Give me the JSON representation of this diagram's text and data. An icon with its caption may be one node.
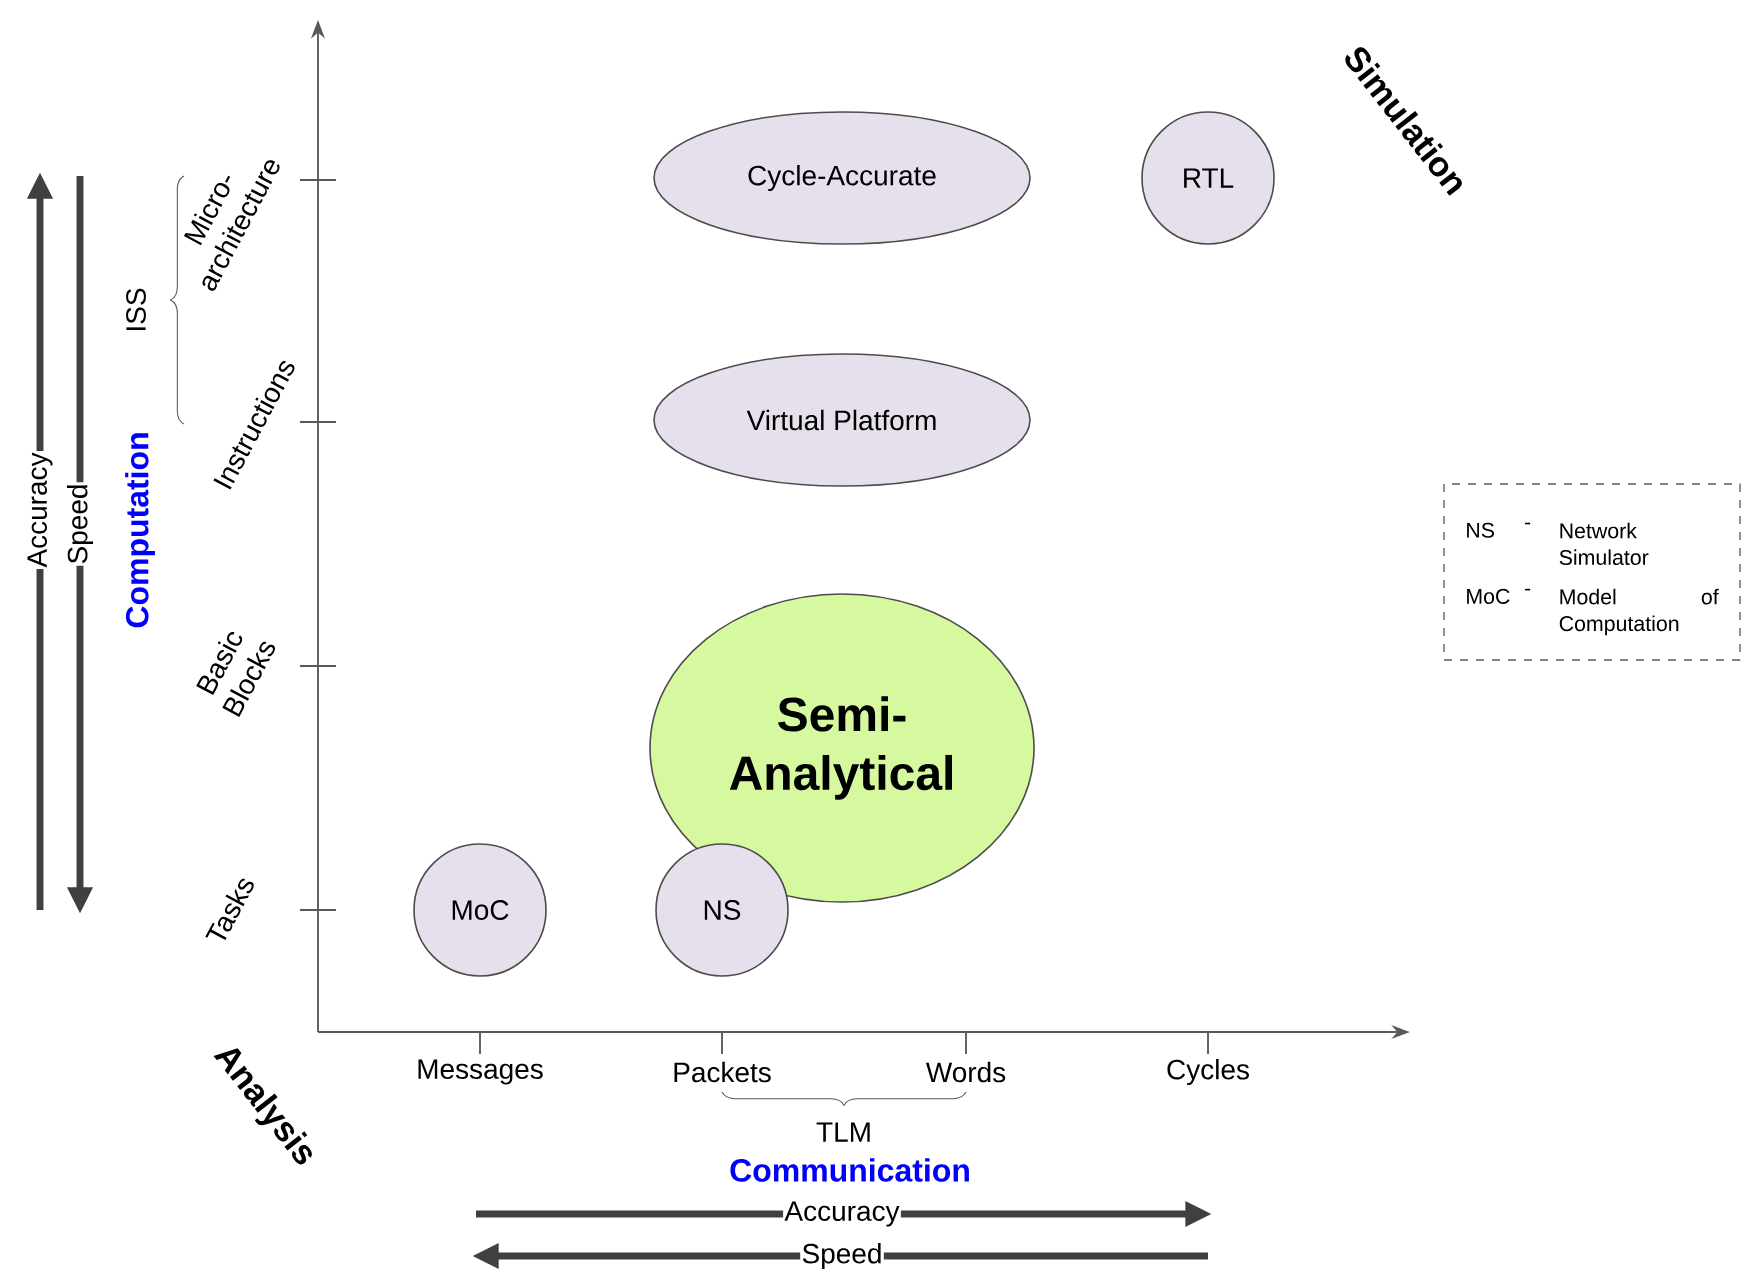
{
  "diagram": {
    "nodes": [
      {
        "text": [
          "Cycle-Accurate"
        ]
      },
      {
        "text": [
          "RTL"
        ]
      },
      {
        "text": [
          "Virtual Platform"
        ]
      },
      {
        "text": [
          "Semi- Analytical"
        ]
      },
      {
        "text": [
          "MoC"
        ]
      },
      {
        "text": [
          "NS"
        ]
      },
      {
        "text": [
          "NS",
          "-",
          "Network Simulator",
          "MoC",
          "-",
          "Model of Computation"
        ]
      }
    ],
    "labels": [
      "Simulation",
      "Micro- architecture",
      "ISS",
      "Instructions",
      "Accuracy",
      "Speed",
      "Computation",
      "Basic Blocks",
      "Tasks",
      "Analysis",
      "Messages",
      "Packets",
      "Words",
      "Cycles",
      "TLM",
      "Communication",
      "Accuracy",
      "Speed"
    ]
  }
}
